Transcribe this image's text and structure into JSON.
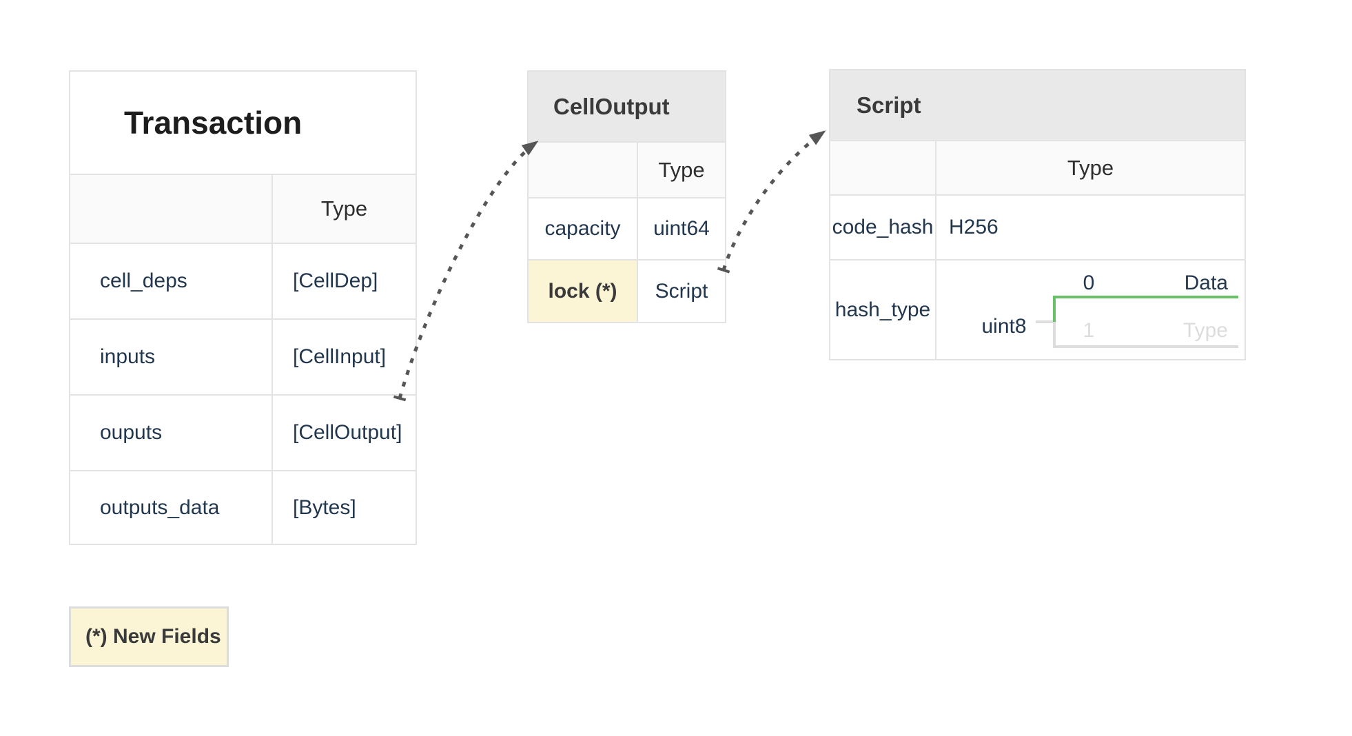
{
  "palette": {
    "navy_text": "#22374e",
    "dark_text": "#3a3a3a",
    "title_text": "#1d1d1d",
    "table_header_bg": "#e9e9e9",
    "subheader_bg": "#fafafa",
    "border": "#e3e3e3",
    "highlight_yellow": "#fbf4d5",
    "branch_green": "#6abf69",
    "faded_gray": "#dcdcdc",
    "arrow_gray": "#565656"
  },
  "transaction": {
    "title": "Transaction",
    "type_header": "Type",
    "rows": [
      {
        "field": "cell_deps",
        "type": "[CellDep]"
      },
      {
        "field": "inputs",
        "type": "[CellInput]"
      },
      {
        "field": "ouputs",
        "type": "[CellOutput]"
      },
      {
        "field": "outputs_data",
        "type": "[Bytes]"
      }
    ]
  },
  "cell_output": {
    "title": "CellOutput",
    "type_header": "Type",
    "rows": [
      {
        "field": "capacity",
        "type": "uint64",
        "highlight": false
      },
      {
        "field": "lock (*)",
        "type": "Script",
        "highlight": true
      }
    ]
  },
  "script": {
    "title": "Script",
    "type_header": "Type",
    "rows": [
      {
        "field": "code_hash",
        "type": "H256"
      },
      {
        "field": "hash_type",
        "type": "uint8"
      }
    ],
    "hash_type_branch": {
      "base": "uint8",
      "options": [
        {
          "value": "0",
          "label": "Data",
          "active": true
        },
        {
          "value": "1",
          "label": "Type",
          "active": false
        }
      ]
    }
  },
  "legend": {
    "label": "(*) New Fields"
  },
  "connectors": [
    {
      "from": "transaction.ouputs",
      "to": "cell_output.header",
      "style": "dotted-arrow"
    },
    {
      "from": "cell_output.lock",
      "to": "script.header",
      "style": "dotted-arrow"
    }
  ]
}
